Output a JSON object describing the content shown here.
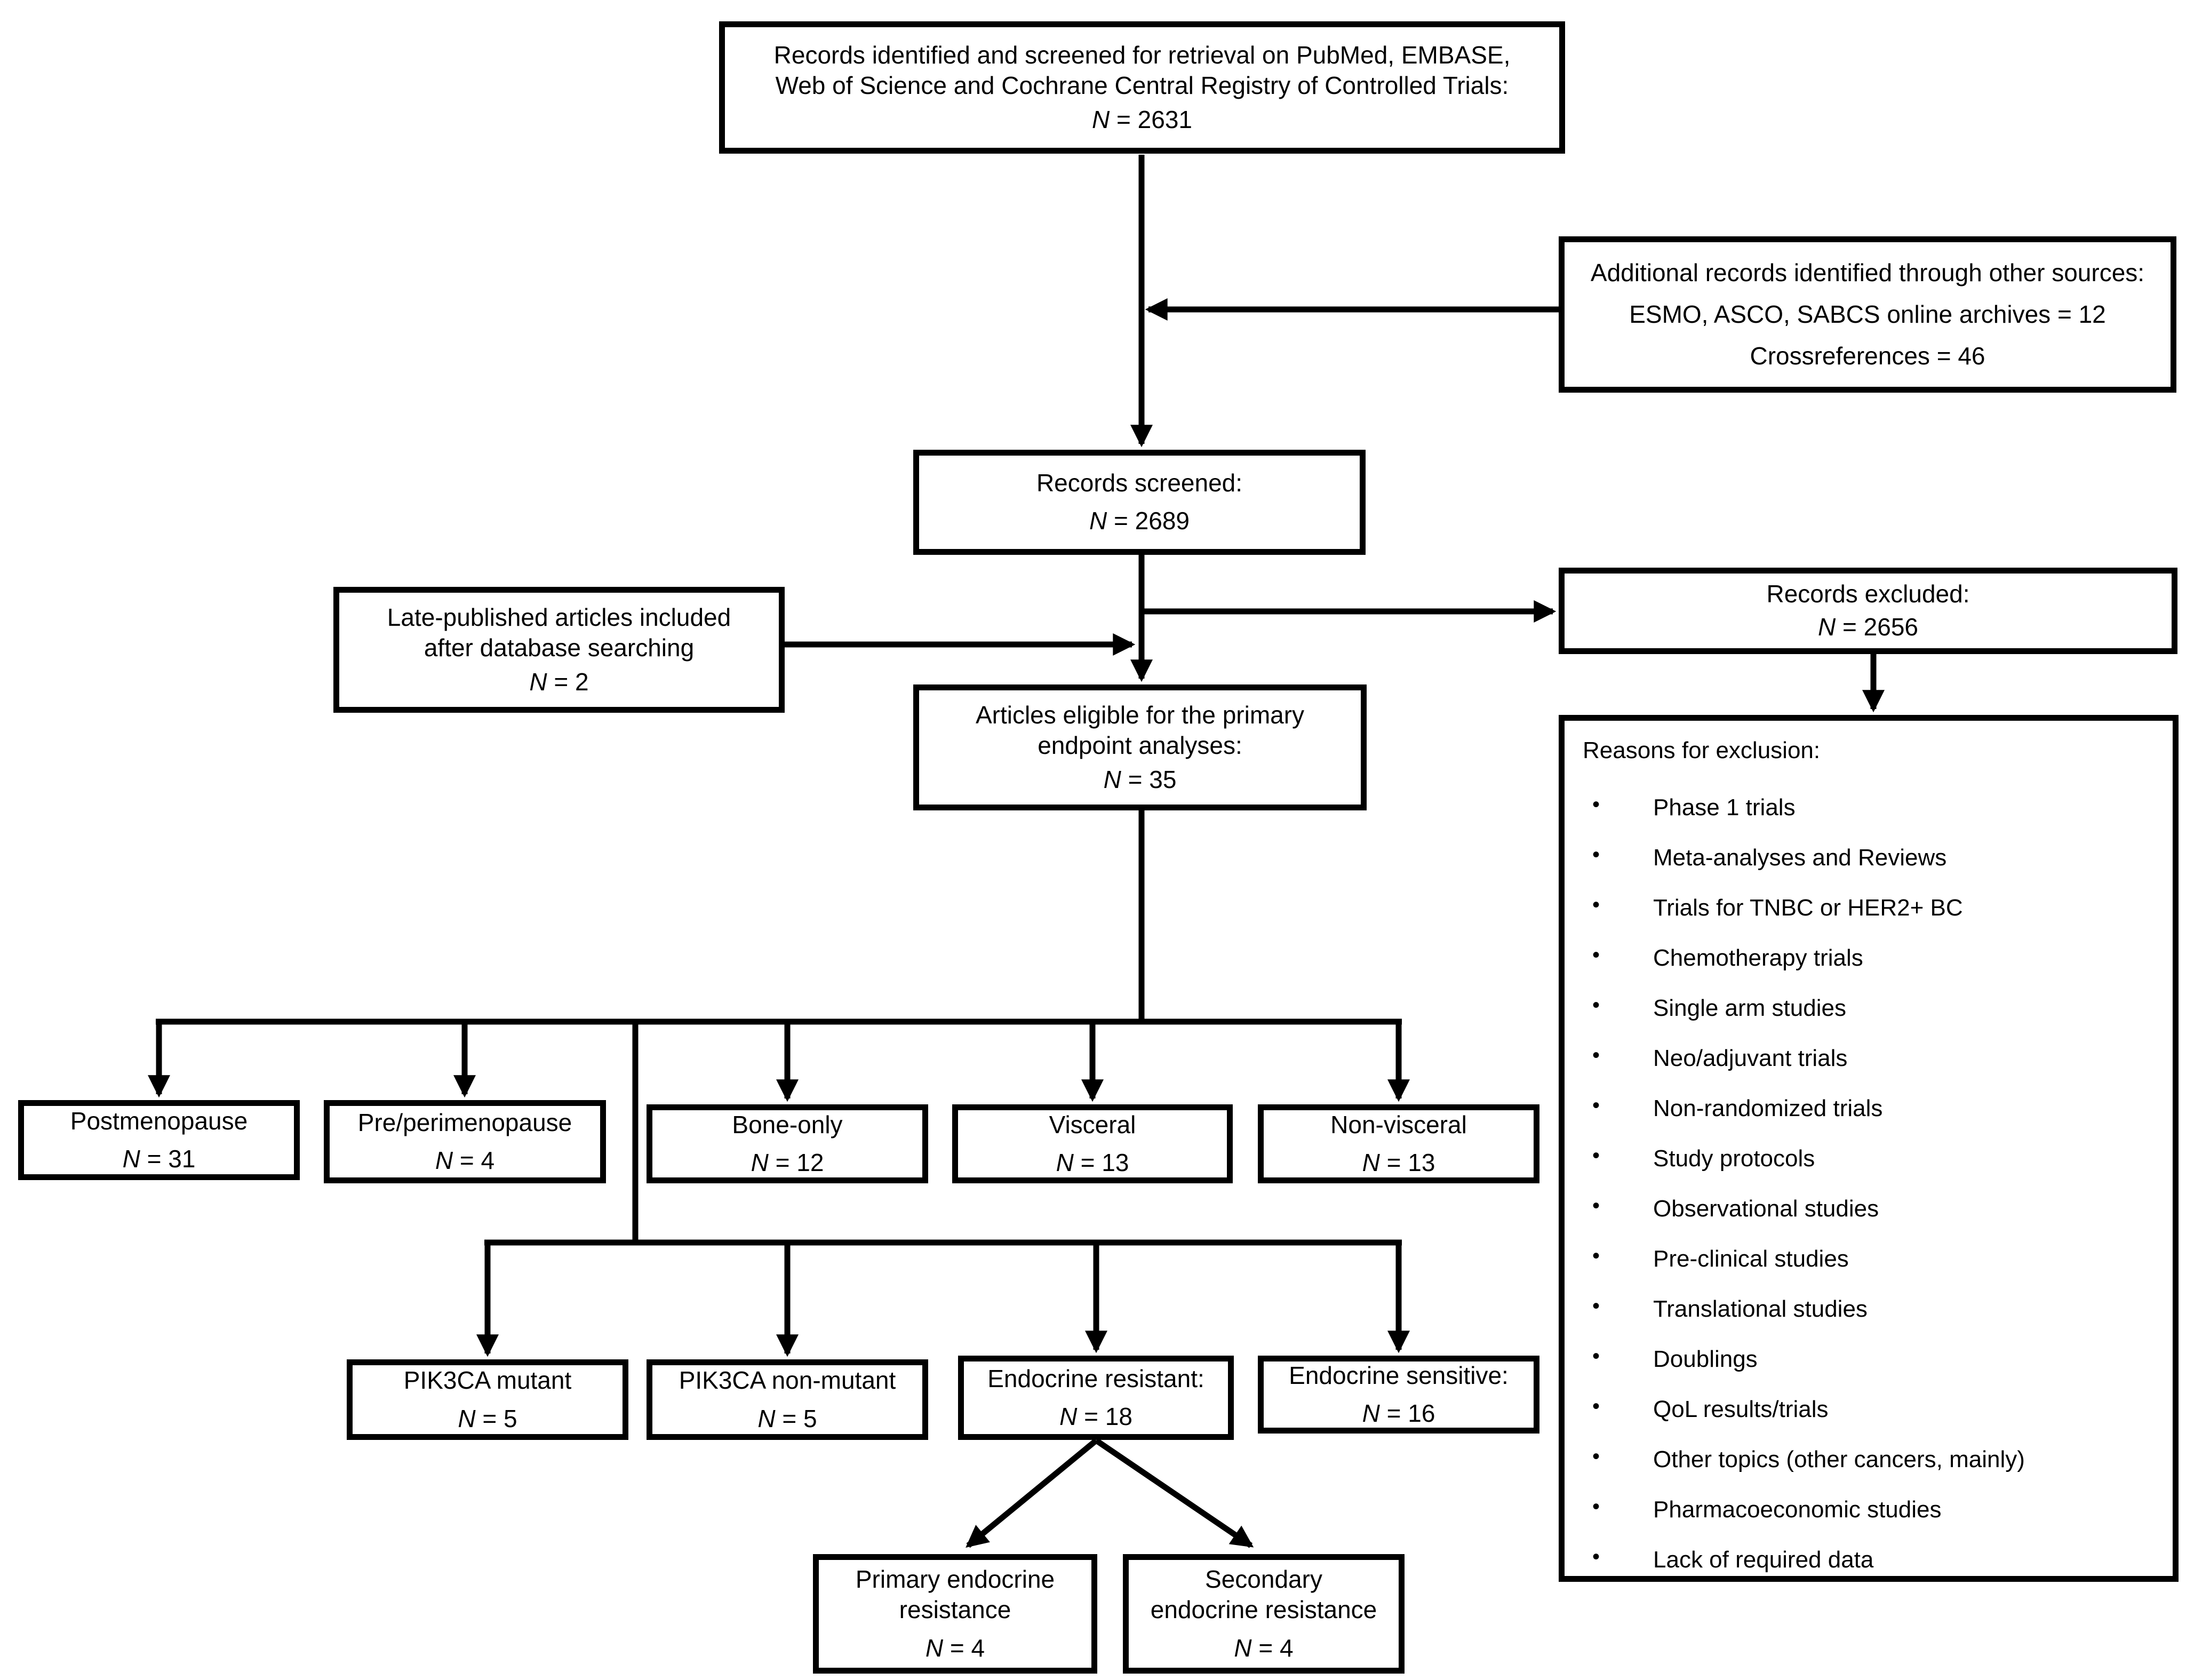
{
  "figure": {
    "type": "prisma-flowchart",
    "colors": {
      "line": "#000000",
      "background": "#ffffff",
      "text": "#000000"
    },
    "boxes": {
      "records_identified": {
        "text": "Records identified and screened for retrieval on PubMed, EMBASE, Web of Science and Cochrane Central Registry of Controlled Trials:",
        "n_label": "N",
        "n_value": " = 2631"
      },
      "additional_records": {
        "title": "Additional records identified through other sources:",
        "line_archives": "ESMO, ASCO, SABCS online archives = 12",
        "line_crossrefs": "Crossreferences = 46"
      },
      "records_screened": {
        "text": "Records screened:",
        "n_label": "N",
        "n_value": " = 2689"
      },
      "late_published": {
        "text": "Late-published articles included after database searching",
        "n_label": "N",
        "n_value": " = 2"
      },
      "records_excluded": {
        "text": "Records excluded:",
        "n_label": "N",
        "n_value": " = 2656"
      },
      "articles_eligible": {
        "text": "Articles eligible for the primary endpoint analyses:",
        "n_label": "N",
        "n_value": " = 35"
      },
      "postmenopause": {
        "text": "Postmenopause",
        "n_label": "N",
        "n_value": " = 31"
      },
      "pre_perimenopause": {
        "text": "Pre/perimenopause",
        "n_label": "N",
        "n_value": " = 4"
      },
      "bone_only": {
        "text": "Bone-only",
        "n_label": "N",
        "n_value": " = 12"
      },
      "visceral": {
        "text": "Visceral",
        "n_label": "N",
        "n_value": " = 13"
      },
      "non_visceral": {
        "text": "Non-visceral",
        "n_label": "N",
        "n_value": " = 13"
      },
      "pik3ca_mutant": {
        "text": "PIK3CA mutant",
        "n_label": "N",
        "n_value": " = 5"
      },
      "pik3ca_non_mutant": {
        "text": "PIK3CA non-mutant",
        "n_label": "N",
        "n_value": " = 5"
      },
      "endocrine_resistant": {
        "text": "Endocrine resistant:",
        "n_label": "N",
        "n_value": " = 18"
      },
      "endocrine_sensitive": {
        "text": "Endocrine sensitive:",
        "n_label": "N",
        "n_value": " = 16"
      },
      "primary_resistance": {
        "text": "Primary endocrine resistance",
        "n_label": "N",
        "n_value": " = 4"
      },
      "secondary_resistance": {
        "text": "Secondary endocrine resistance",
        "n_label": "N",
        "n_value": " = 4"
      },
      "reasons": {
        "title": "Reasons for exclusion:",
        "items": [
          "Phase 1 trials",
          "Meta-analyses and Reviews",
          "Trials for TNBC or HER2+ BC",
          "Chemotherapy trials",
          "Single arm studies",
          "Neo/adjuvant trials",
          "Non-randomized trials",
          "Study protocols",
          "Observational studies",
          "Pre-clinical studies",
          "Translational studies",
          "Doublings",
          "QoL results/trials",
          "Other topics (other cancers, mainly)",
          "Pharmacoeconomic studies",
          "Lack of required data"
        ]
      }
    }
  }
}
